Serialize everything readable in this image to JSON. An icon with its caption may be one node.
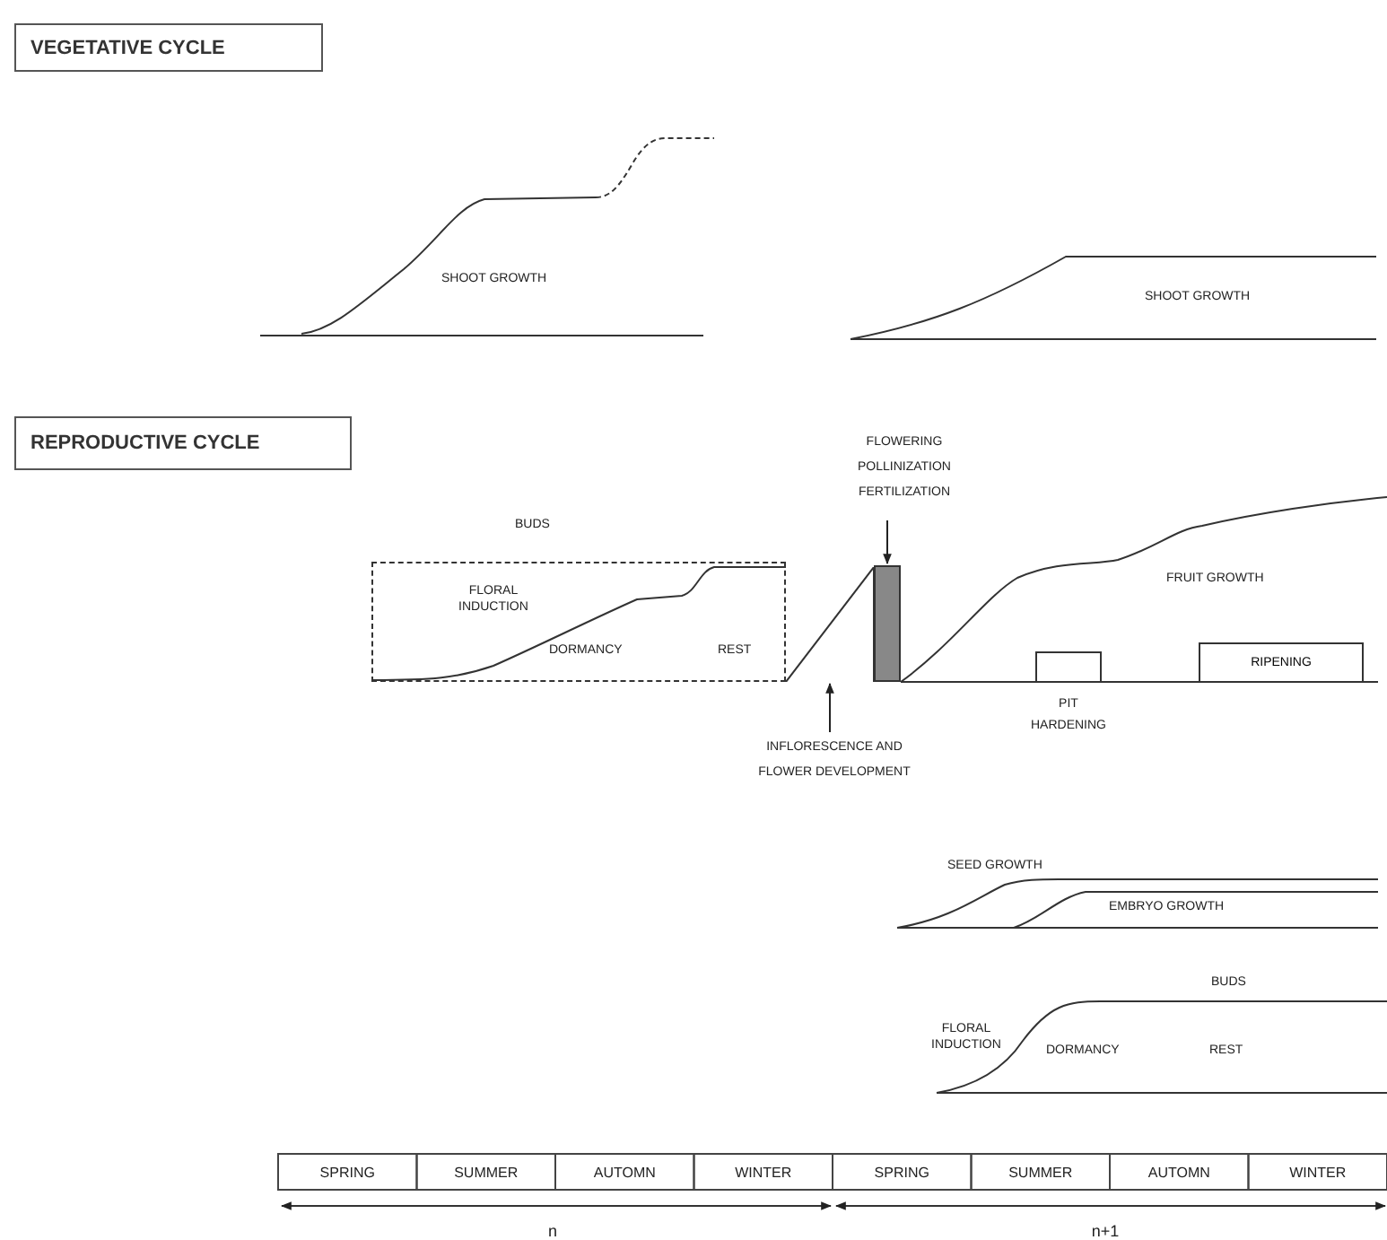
{
  "diagram": {
    "nodes": [
      {
        "text": [
          "VEGETATIVE CYCLE"
        ]
      },
      {
        "text": [
          "REPRODUCTIVE CYCLE"
        ]
      },
      {
        "text": [
          "FLORAL INDUCTION",
          "DORMANCY",
          "REST"
        ]
      },
      {
        "text": [
          "FLOWERING POLLINIZATION FERTILIZATION"
        ]
      },
      {
        "text": [],
        "shape": "bar"
      },
      {
        "text": [
          "INFLORESCENCE AND FLOWER DEVELOPMENT"
        ]
      },
      {
        "text": [],
        "shape": "triangle"
      },
      {
        "text": [
          "PIT HARDENING"
        ]
      },
      {
        "text": [
          "RIPENING"
        ]
      }
    ],
    "edges": [
      {
        "from": 3,
        "to": 4,
        "arrow": "to"
      },
      {
        "from": 5,
        "to": 6,
        "arrow": "to"
      }
    ],
    "labels": [
      "SHOOT GROWTH",
      "SHOOT GROWTH",
      "BUDS",
      "FRUIT GROWTH",
      "SEED GROWTH",
      "EMBRYO GROWTH",
      "BUDS",
      "FLORAL INDUCTION",
      "DORMANCY",
      "REST",
      "SPRING",
      "SUMMER",
      "AUTOMN",
      "WINTER",
      "SPRING",
      "SUMMER",
      "AUTOMN",
      "WINTER",
      "n",
      "n+1"
    ]
  }
}
